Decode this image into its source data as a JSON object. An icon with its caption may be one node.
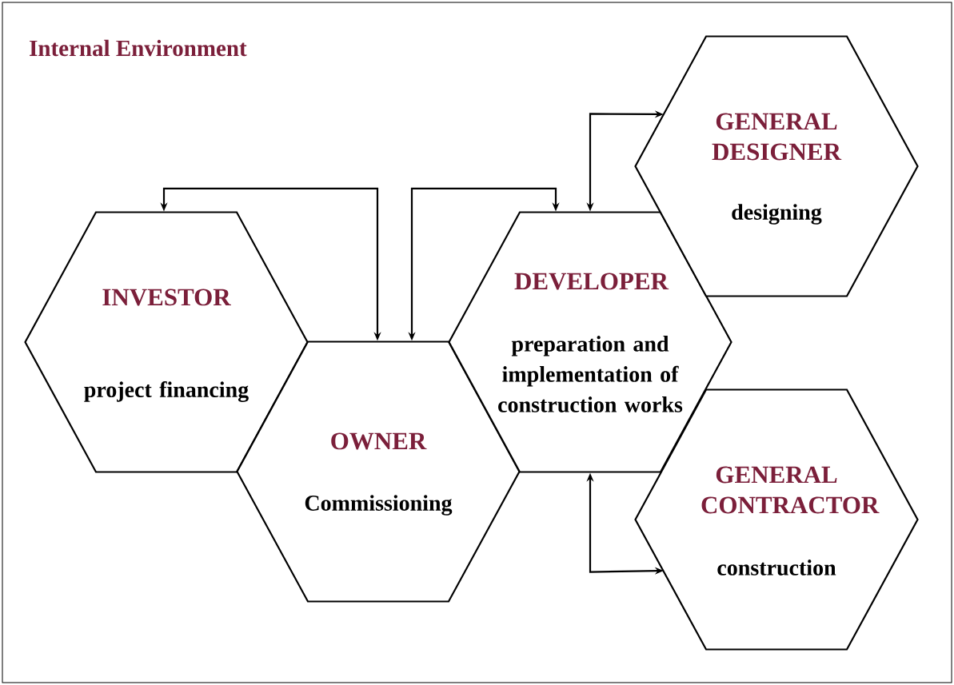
{
  "diagram": {
    "nodes": [
      {
        "text": [
          "Internal Environment"
        ]
      },
      {
        "text": [
          "INVESTOR",
          "project financing"
        ],
        "in": 0
      },
      {
        "text": [
          "OWNER",
          "Commissioning"
        ],
        "in": 0
      },
      {
        "text": [
          "DEVELOPER",
          "preparation and implementation of construction works"
        ],
        "in": 0
      },
      {
        "text": [
          "GENERAL DESIGNER",
          "designing"
        ],
        "in": 0
      },
      {
        "text": [
          "GENERAL CONTRACTOR",
          "construction"
        ],
        "in": 0
      }
    ],
    "edges": [
      {
        "from": 1,
        "to": 2,
        "arrow": "both"
      },
      {
        "from": 2,
        "to": 3,
        "arrow": "both"
      },
      {
        "from": 3,
        "to": 4,
        "arrow": "both"
      },
      {
        "from": 3,
        "to": 5,
        "arrow": "both"
      }
    ]
  }
}
